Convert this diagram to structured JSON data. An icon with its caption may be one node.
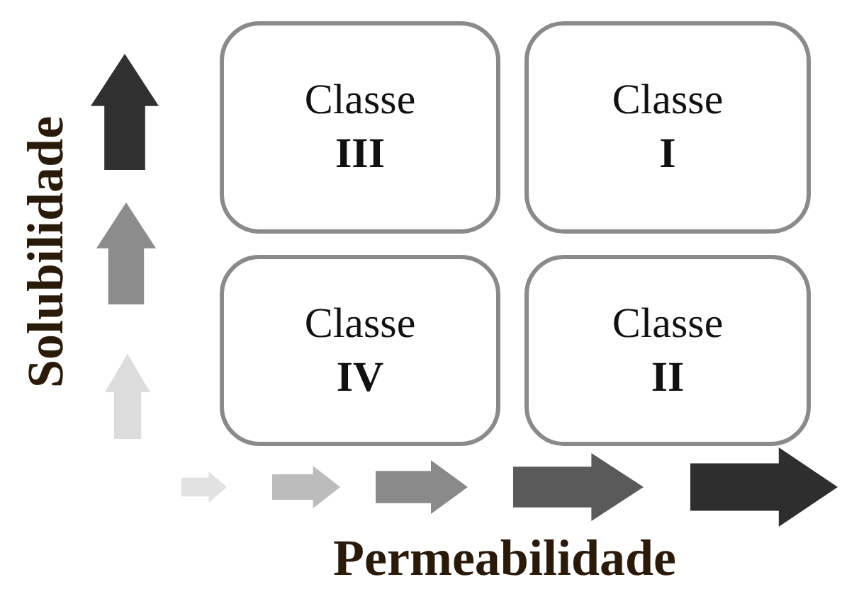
{
  "diagram": {
    "nodes": [
      {
        "text": [
          "Classe",
          "III"
        ]
      },
      {
        "text": [
          "Classe",
          "I"
        ]
      },
      {
        "text": [
          "Classe",
          "IV"
        ]
      },
      {
        "text": [
          "Classe",
          "II"
        ]
      }
    ],
    "labels": [
      "Solubilidade",
      "Permeabilidade"
    ]
  }
}
